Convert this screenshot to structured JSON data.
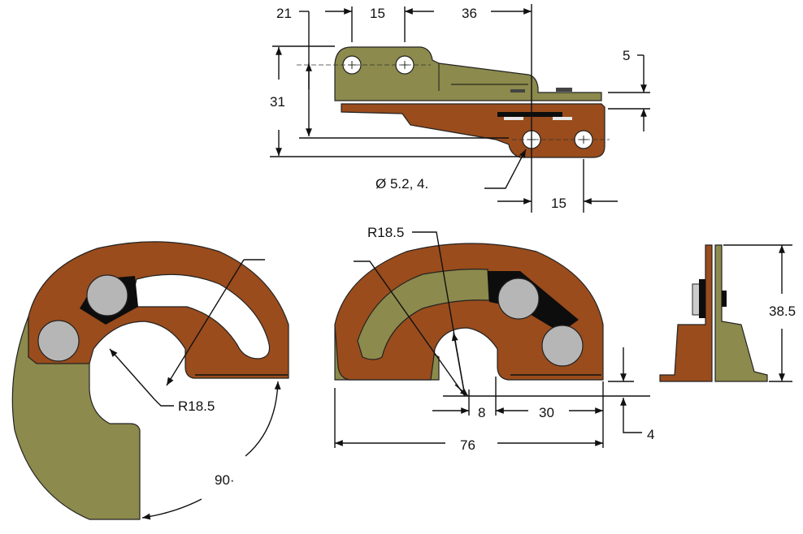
{
  "drawing": {
    "type": "hinge technical drawing",
    "colors": {
      "olive_part": "#8c8a4c",
      "brown_part": "#9a4c1c",
      "pin": "#b6b6b6",
      "line": "#111111"
    },
    "top_view": {
      "dims": {
        "d21": "21",
        "d15_top": "15",
        "d36": "36",
        "d5": "5",
        "d31": "31",
        "hole_dia": "Ø 5.2, 4.",
        "d15_bottom": "15"
      }
    },
    "left_view": {
      "radius": "R18.5",
      "angle": "90·"
    },
    "middle_view": {
      "radius": "R18.5",
      "d8": "8",
      "d30": "30",
      "d4": "4",
      "d76": "76"
    },
    "side_view": {
      "height": "38.5"
    }
  }
}
